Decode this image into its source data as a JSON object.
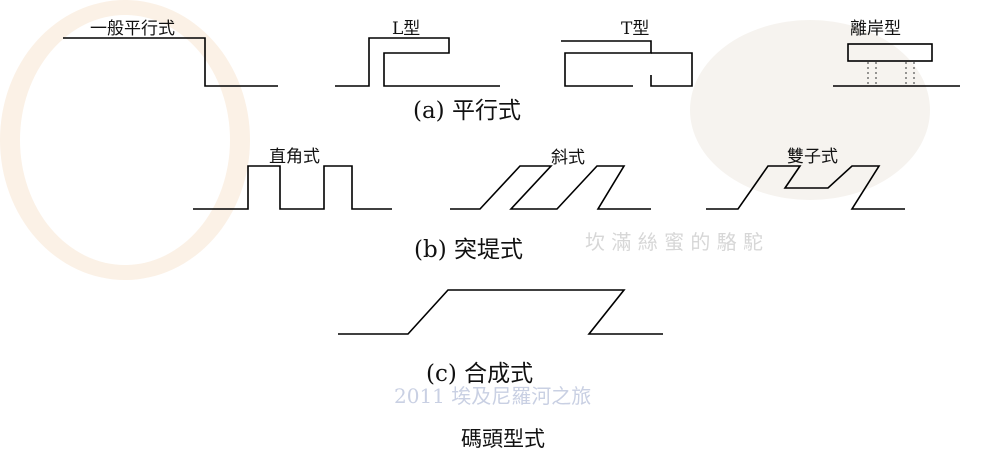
{
  "watermarks": {
    "camel_text": "坎 滿 絲 蜜 的 駱 駝",
    "trip_text": "2011 埃及尼羅河之旅"
  },
  "panel_a": {
    "caption": "(a) 平行式",
    "types": [
      "一般平行式",
      "L型",
      "T型",
      "離岸型"
    ]
  },
  "panel_b": {
    "caption": "(b) 突堤式",
    "types": [
      "直角式",
      "斜式",
      "雙子式"
    ]
  },
  "panel_c": {
    "caption": "(c) 合成式"
  },
  "figure_title": "碼頭型式",
  "colors": {
    "line": "#000000",
    "watermark_blue": "#c9d0e3",
    "watermark_sketch_red": "#e8b7b7",
    "watermark_sketch_beige": "#efe6cf"
  }
}
